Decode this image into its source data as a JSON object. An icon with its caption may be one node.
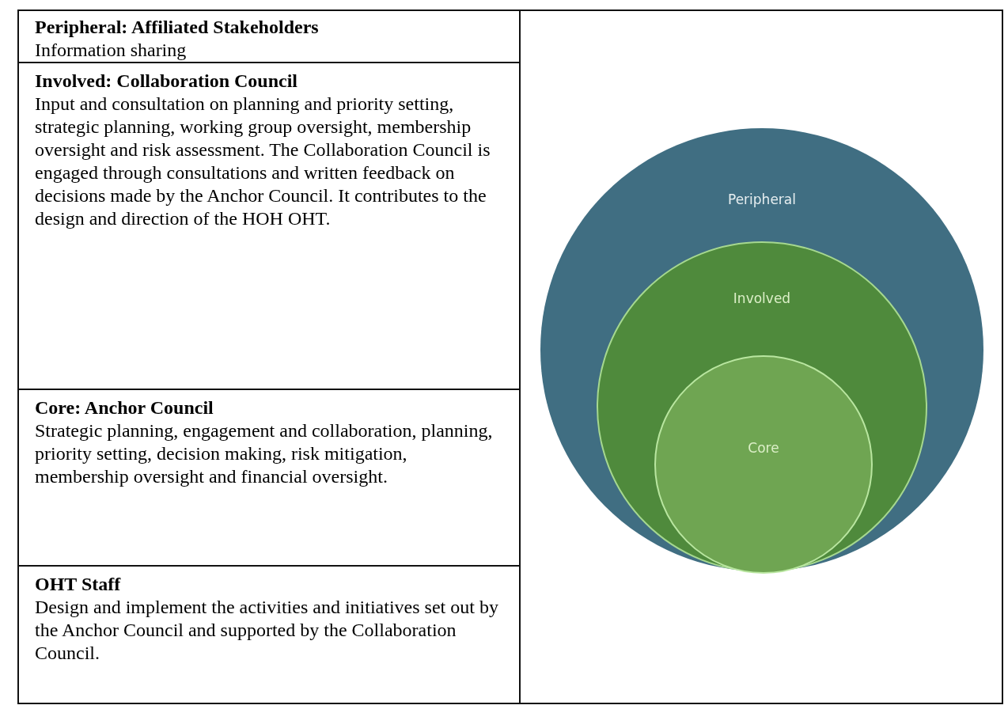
{
  "diagram": {
    "nodes": [
      {
        "text": [
          "Peripheral: Affiliated Stakeholders",
          "Information sharing"
        ]
      },
      {
        "text": [
          "Involved: Collaboration Council",
          "Input and consultation on planning and priority setting, strategic planning, working group oversight, membership oversight and risk assessment. The Collaboration Council is engaged through consultations and written feedback on decisions made by the Anchor Council. It contributes to the design and direction of the HOH OHT."
        ]
      },
      {
        "text": [
          "Core: Anchor Council",
          "Strategic planning, engagement and collaboration, planning, priority setting, decision making, risk mitigation, membership oversight and financial oversight."
        ]
      },
      {
        "text": [
          "OHT Staff",
          "Design and implement the activities and initiatives set out by the Anchor Council and supported by the Collaboration Council."
        ]
      },
      {
        "text": [
          "Peripheral"
        ]
      },
      {
        "text": [
          "Involved"
        ],
        "in": 4
      },
      {
        "text": [
          "Core"
        ],
        "in": 5
      }
    ],
    "edges": []
  }
}
